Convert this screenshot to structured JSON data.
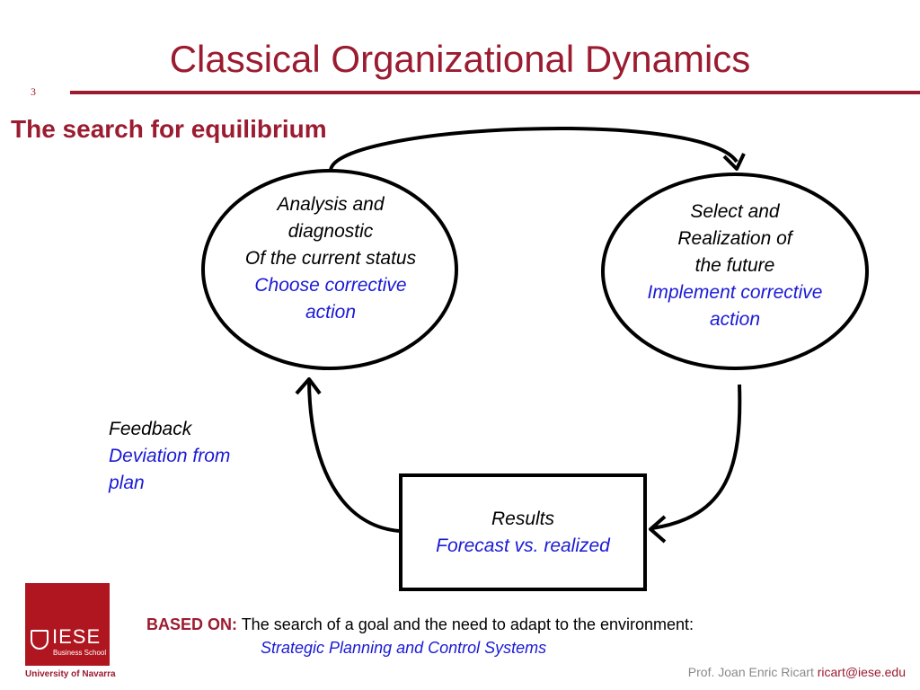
{
  "slide": {
    "title": "Classical Organizational Dynamics",
    "number": "3",
    "subtitle": "The search for equilibrium"
  },
  "diagram": {
    "nodes": [
      {
        "id": "analysis",
        "shape": "ellipse",
        "lines": [
          "Analysis and",
          "diagnostic",
          "Of the current status"
        ],
        "blue_lines": [
          "Choose corrective",
          "action"
        ]
      },
      {
        "id": "select",
        "shape": "ellipse",
        "lines": [
          "Select and",
          "Realization of",
          "the future"
        ],
        "blue_lines": [
          "Implement corrective",
          "action"
        ]
      },
      {
        "id": "results",
        "shape": "rectangle",
        "lines": [
          "Results"
        ],
        "blue_lines": [
          "Forecast vs. realized"
        ]
      }
    ],
    "edges": [
      {
        "from": "analysis",
        "to": "select"
      },
      {
        "from": "select",
        "to": "results"
      },
      {
        "from": "results",
        "to": "analysis"
      }
    ],
    "feedback_label": {
      "line1": "Feedback",
      "line2_blue": "Deviation from",
      "line3_blue": "plan"
    }
  },
  "based_on": {
    "label": "BASED ON:",
    "text": " The search of a goal and the need to adapt to the environment:",
    "sub_text": "Strategic Planning and Control Systems"
  },
  "branding": {
    "logo_text": "IESE",
    "logo_subtext": "Business School",
    "university": "University of Navarra",
    "author": "Prof. Joan Enric Ricart ",
    "email": "ricart@iese.edu"
  },
  "colors": {
    "brand_red": "#9b1b30",
    "logo_red": "#b0161f",
    "emphasis_blue": "#1a1ad6"
  }
}
